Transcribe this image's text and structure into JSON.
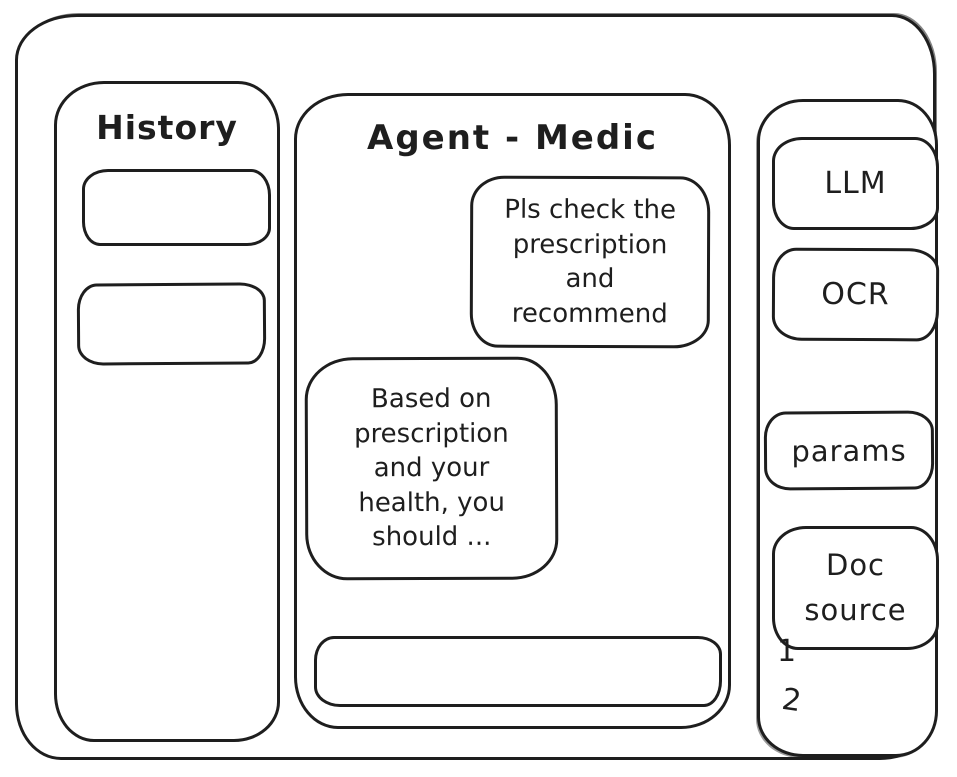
{
  "colors": {
    "ink": "#1e1e1e",
    "background": "#ffffff"
  },
  "history_panel": {
    "title": "History",
    "items": [
      {
        "label": ""
      },
      {
        "label": ""
      }
    ]
  },
  "chat_panel": {
    "title": "Agent - Medic",
    "messages": [
      {
        "role": "user",
        "text": "Pls check the prescription and recommend"
      },
      {
        "role": "assistant",
        "text": "Based on prescription and your health, you should ..."
      }
    ],
    "input": {
      "value": "",
      "placeholder": ""
    }
  },
  "tools_panel": {
    "buttons": [
      {
        "label": "LLM"
      },
      {
        "label": "OCR"
      },
      {
        "label": "params"
      },
      {
        "label": "Doc source"
      }
    ],
    "doc_source_list": [
      "1",
      "2"
    ]
  }
}
